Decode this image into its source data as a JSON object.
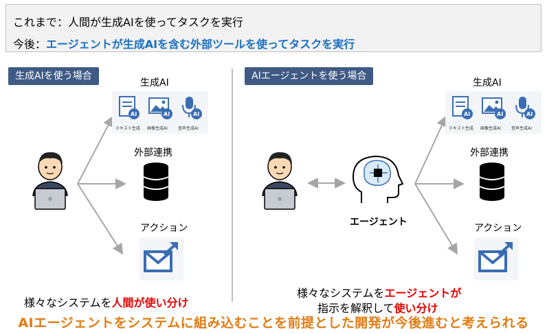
{
  "top": {
    "line1": "これまで：人間が生成AIを使ってタスクを実行",
    "line2_prefix": "今後：",
    "line2_highlight": "エージェントが生成AIを含む外部ツールを使ってタスクを実行"
  },
  "left": {
    "tag": "生成AIを使う場合",
    "gen_ai_label": "生成AI",
    "external_label": "外部連携",
    "action_label": "アクション",
    "icons": [
      "テキスト生成",
      "画像生成AI",
      "音声生成AI"
    ],
    "caption_prefix": "様々なシステムを",
    "caption_highlight": "人間が使い分け"
  },
  "right": {
    "tag": "AIエージェントを使う場合",
    "gen_ai_label": "生成AI",
    "external_label": "外部連携",
    "action_label": "アクション",
    "agent_label": "エージェント",
    "icons": [
      "テキスト生成",
      "画像生成AI",
      "音声生成AI"
    ],
    "caption_line1_prefix": "様々なシステムを",
    "caption_line1_highlight": "エージェントが",
    "caption_line2_prefix": "指示を解釈して",
    "caption_line2_highlight": "使い分け"
  },
  "bottom": "AIエージェントをシステムに組み込むことを前提とした開発が今後進むと考えられる",
  "colors": {
    "tag_bg": "#3f5a84",
    "highlight_blue": "#1a6fbf",
    "highlight_red": "#e60000",
    "bottom_orange": "#e07b12",
    "icon_blue": "#3b6db3"
  }
}
